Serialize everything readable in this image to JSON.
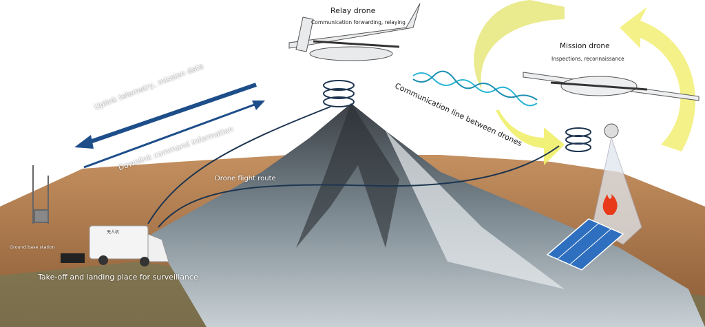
{
  "relay_drone": {
    "title": "Relay drone",
    "subtitle": "Communication forwarding, relaying"
  },
  "mission_drone": {
    "title": "Mission drone",
    "subtitle": "Inspections, reconnaissance"
  },
  "links": {
    "uplink": "Uplink telemetry, mission data",
    "downlink": "Downlink command information",
    "inter_drone": "Communication line between drones",
    "flight_route": "Drone flight route"
  },
  "ground": {
    "base_station": "Ground base station",
    "takeoff": "Take-off and landing place for surveillance",
    "van_text": "无人机"
  },
  "colors": {
    "arrow_blue": "#1d4e89",
    "orbit_yellow": "#e6e67a",
    "terrain": "#b07a4e",
    "panel_blue": "#2f6fc0",
    "dna_cyan": "#2bb6d6"
  }
}
